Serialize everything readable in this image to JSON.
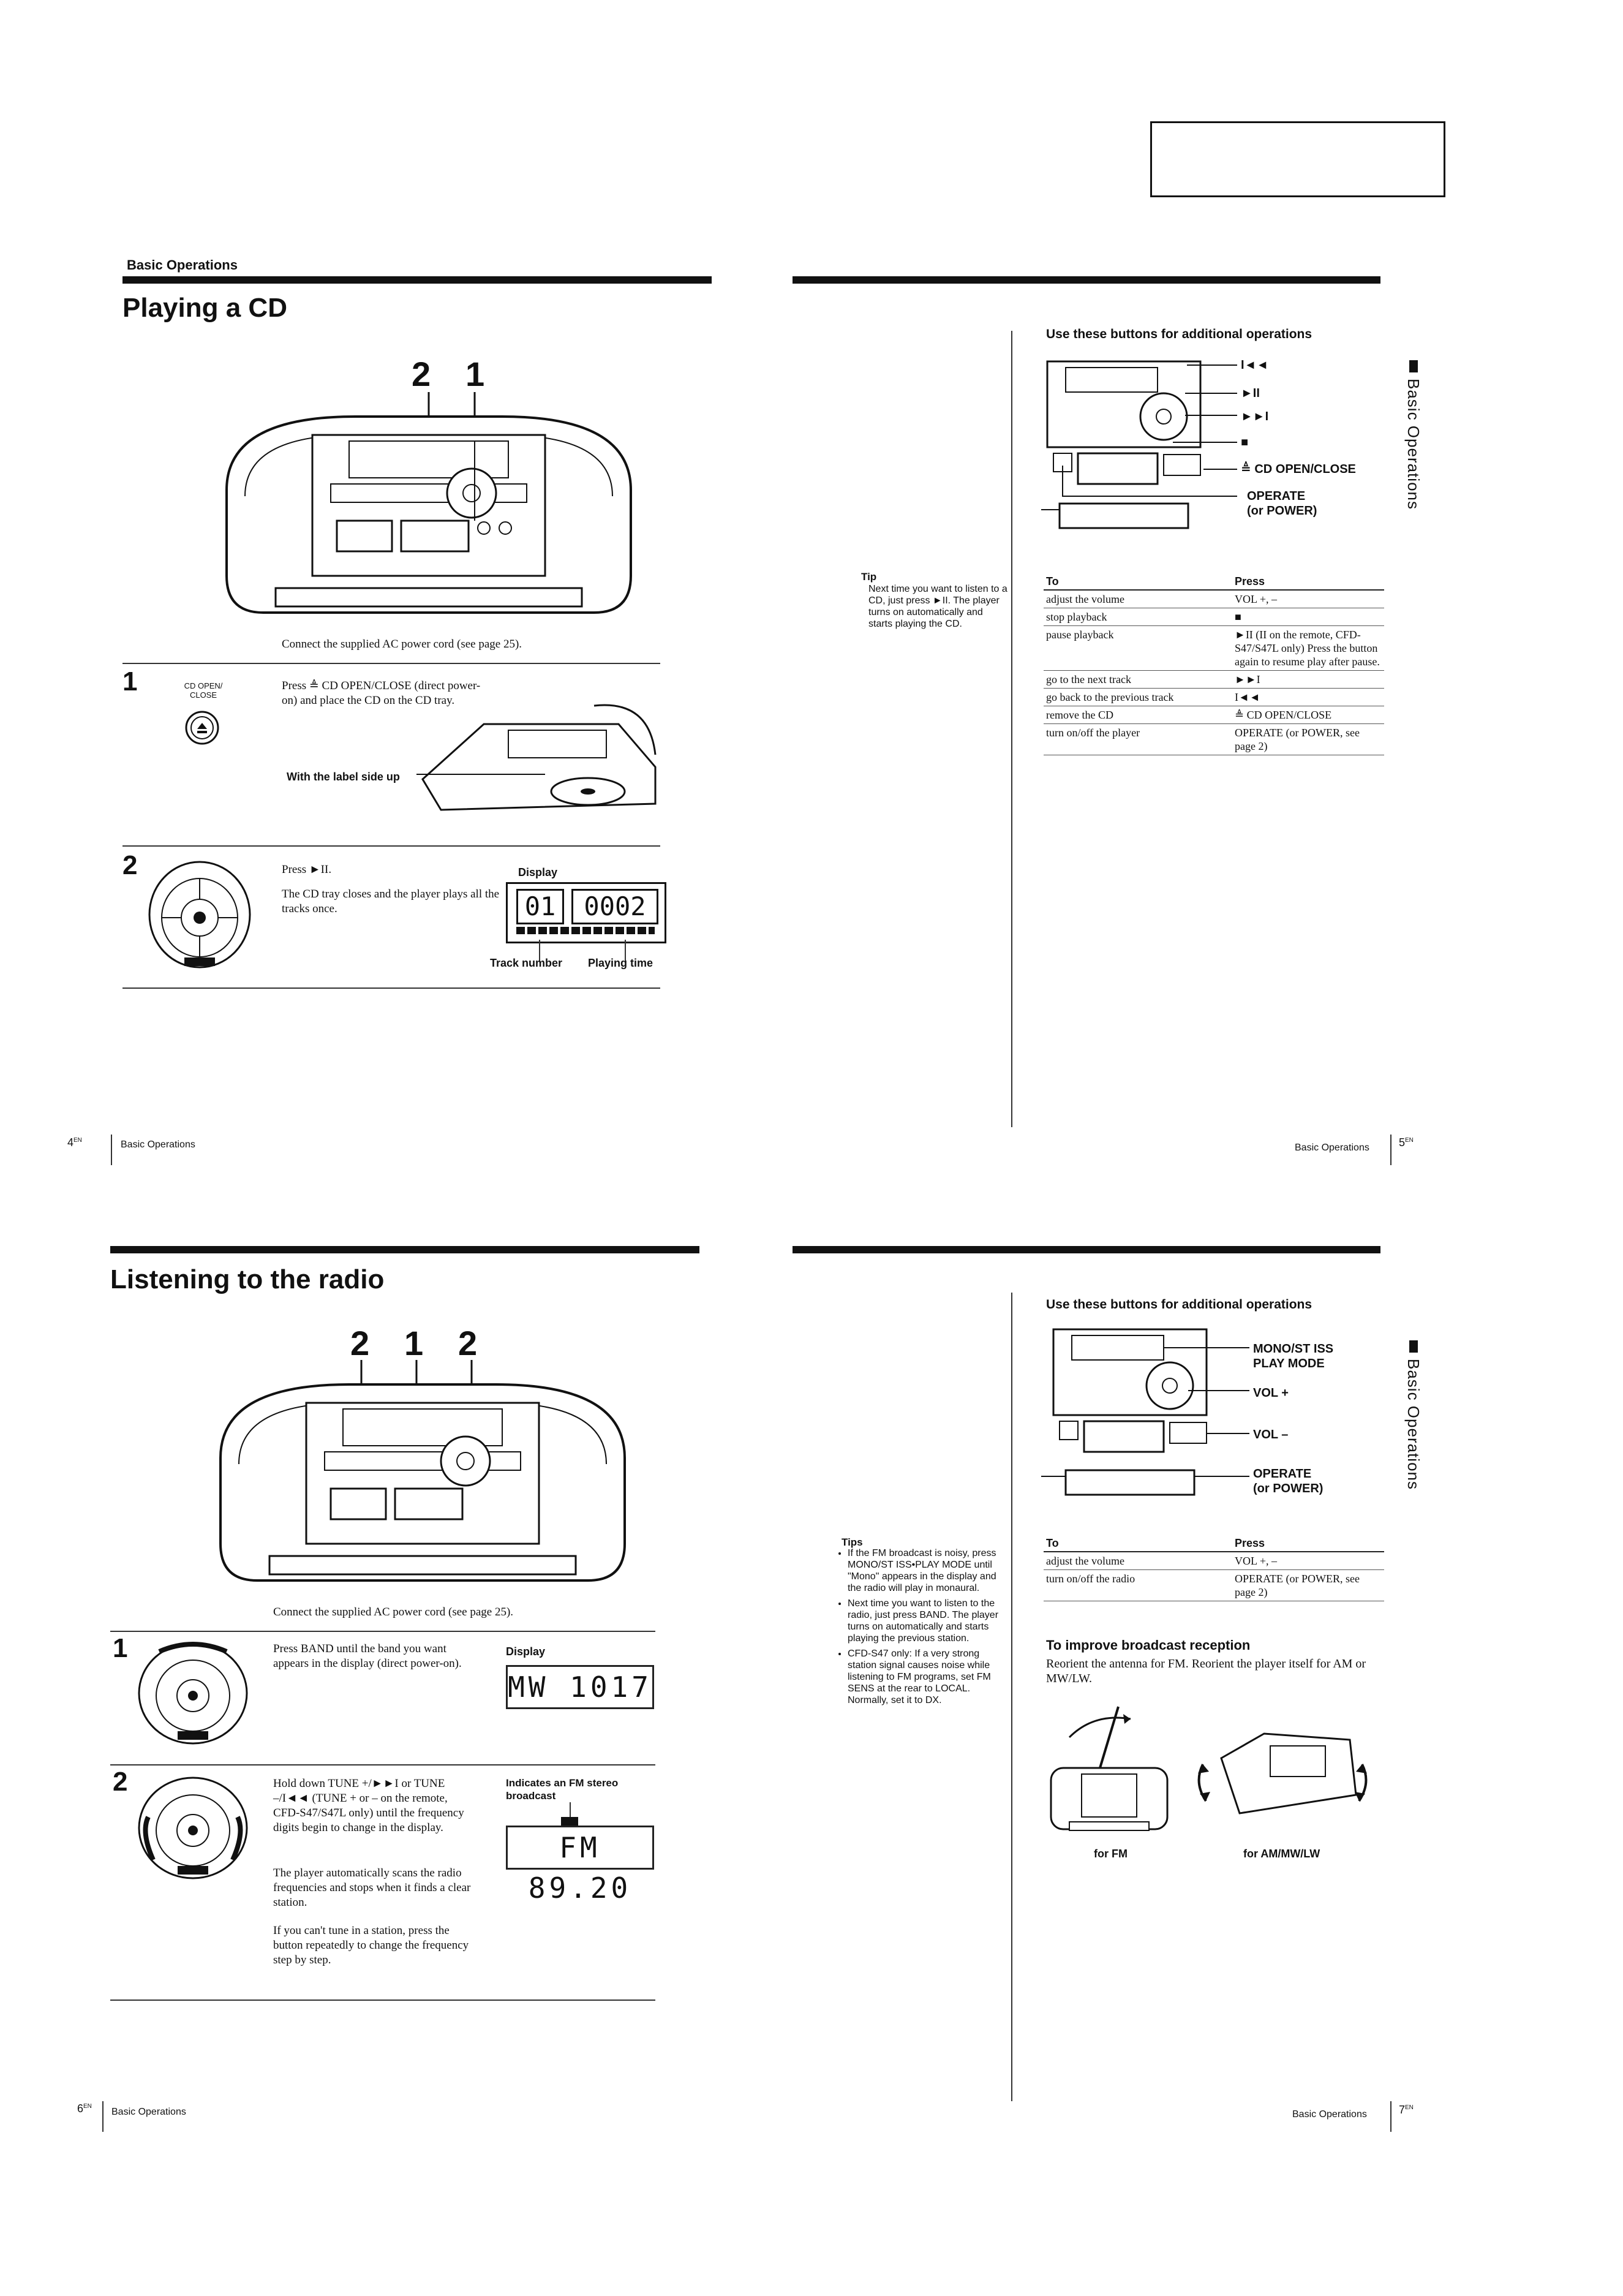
{
  "page4": {
    "section_label": "Basic Operations",
    "title": "Playing a CD",
    "callout_a": "2",
    "callout_b": "1",
    "connect_text": "Connect the supplied AC power cord (see page 25).",
    "step1": {
      "num": "1",
      "button_label": "CD OPEN/ CLOSE",
      "text": "Press ≜ CD OPEN/CLOSE (direct power-on) and place the CD on the CD tray.",
      "label_side": "With the label side up"
    },
    "step2": {
      "num": "2",
      "text_a": "Press ►II.",
      "text_b": "The CD tray closes and the player plays all the tracks once.",
      "display_label": "Display",
      "display_track": "01",
      "display_time": "0002",
      "track_number_label": "Track number",
      "playing_time_label": "Playing time"
    },
    "footer_num": "4",
    "footer_sup": "EN",
    "footer_text": "Basic Operations"
  },
  "page5": {
    "heading": "Use these buttons for additional operations",
    "buttons": [
      "I◄◄",
      "►II",
      "►►I",
      "■",
      "≜ CD OPEN/CLOSE",
      "OPERATE",
      "(or POWER)"
    ],
    "side_tab": "Basic Operations",
    "tip_title": "Tip",
    "tip_text": "Next time you want to listen to a CD, just press ►II. The player turns on automatically and starts playing the CD.",
    "table_headers": [
      "To",
      "Press"
    ],
    "table_rows": [
      [
        "adjust the volume",
        "VOL +, –"
      ],
      [
        "stop playback",
        "■"
      ],
      [
        "pause playback",
        "►II (II on the remote, CFD-S47/S47L only) Press the button again to resume play after pause."
      ],
      [
        "go to the next track",
        "►►I"
      ],
      [
        "go back to the previous track",
        "I◄◄"
      ],
      [
        "remove the CD",
        "≜ CD OPEN/CLOSE"
      ],
      [
        "turn on/off the player",
        "OPERATE (or POWER, see page 2)"
      ]
    ],
    "footer_text": "Basic Operations",
    "footer_num": "5",
    "footer_sup": "EN"
  },
  "page6": {
    "title": "Listening to the radio",
    "callout_a": "2",
    "callout_b": "1",
    "callout_c": "2",
    "connect_text": "Connect the supplied AC power cord (see page 25).",
    "step1": {
      "num": "1",
      "text": "Press BAND until the band you want appears in the display (direct power-on).",
      "display_label": "Display",
      "display_value": "MW  1017"
    },
    "step2": {
      "num": "2",
      "text_a": "Hold down TUNE +/►►I or TUNE –/I◄◄ (TUNE + or – on the remote, CFD-S47/S47L only) until the frequency digits begin to change in the display.",
      "text_b": "The player automatically scans the radio frequencies and stops when it finds a clear station.",
      "text_c": "If you can't tune in a station, press the button repeatedly to change the frequency step by step.",
      "indicator_label": "Indicates an FM stereo broadcast",
      "display_value": "FM  89.20"
    },
    "footer_num": "6",
    "footer_sup": "EN",
    "footer_text": "Basic Operations"
  },
  "page7": {
    "heading": "Use these buttons for additional operations",
    "buttons": [
      "MONO/ST ISS",
      "PLAY MODE",
      "VOL +",
      "VOL –",
      "OPERATE",
      "(or POWER)"
    ],
    "side_tab": "Basic Operations",
    "tips_title": "Tips",
    "tips": [
      "If the FM broadcast is noisy, press MONO/ST ISS•PLAY MODE until \"Mono\" appears in the display and the radio will play in monaural.",
      "Next time you want to listen to the radio, just press BAND. The player turns on automatically and starts playing the previous station.",
      "CFD-S47 only: If a very strong station signal causes noise while listening to FM programs, set FM SENS at the rear to LOCAL. Normally, set it to DX."
    ],
    "table_headers": [
      "To",
      "Press"
    ],
    "table_rows": [
      [
        "adjust the volume",
        "VOL +, –"
      ],
      [
        "turn on/off the radio",
        "OPERATE (or POWER, see page 2)"
      ]
    ],
    "improve_title": "To improve broadcast reception",
    "improve_text": "Reorient the antenna for FM. Reorient the player itself for AM or MW/LW.",
    "caption_fm": "for FM",
    "caption_am": "for AM/MW/LW",
    "footer_text": "Basic Operations",
    "footer_num": "7",
    "footer_sup": "EN"
  }
}
